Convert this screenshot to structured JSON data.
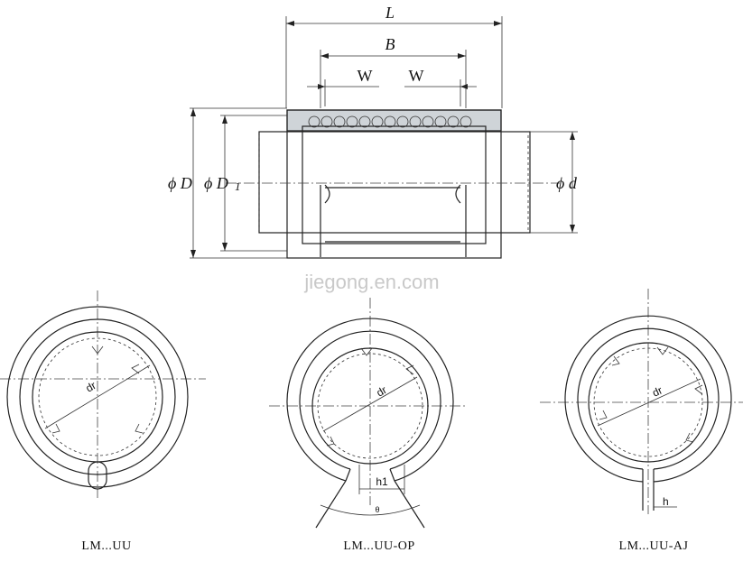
{
  "side_view": {
    "dim_L": "L",
    "dim_B": "B",
    "dim_W_left": "W",
    "dim_W_right": "W",
    "dim_phi_D": "ϕ D",
    "dim_phi_D1": "ϕ D",
    "dim_phi_D1_sub": "1",
    "dim_phi_d": "ϕ d"
  },
  "watermark": "jiegong.en.com",
  "variants": [
    {
      "caption": "LM...UU",
      "dr_label": "dr"
    },
    {
      "caption": "LM...UU-OP",
      "dr_label": "dr",
      "h1_label": "h1",
      "theta_label": "θ"
    },
    {
      "caption": "LM...UU-AJ",
      "dr_label": "dr",
      "h_label": "h"
    }
  ],
  "colors": {
    "housing_fill": "#cfd4d8",
    "line": "#222222"
  }
}
